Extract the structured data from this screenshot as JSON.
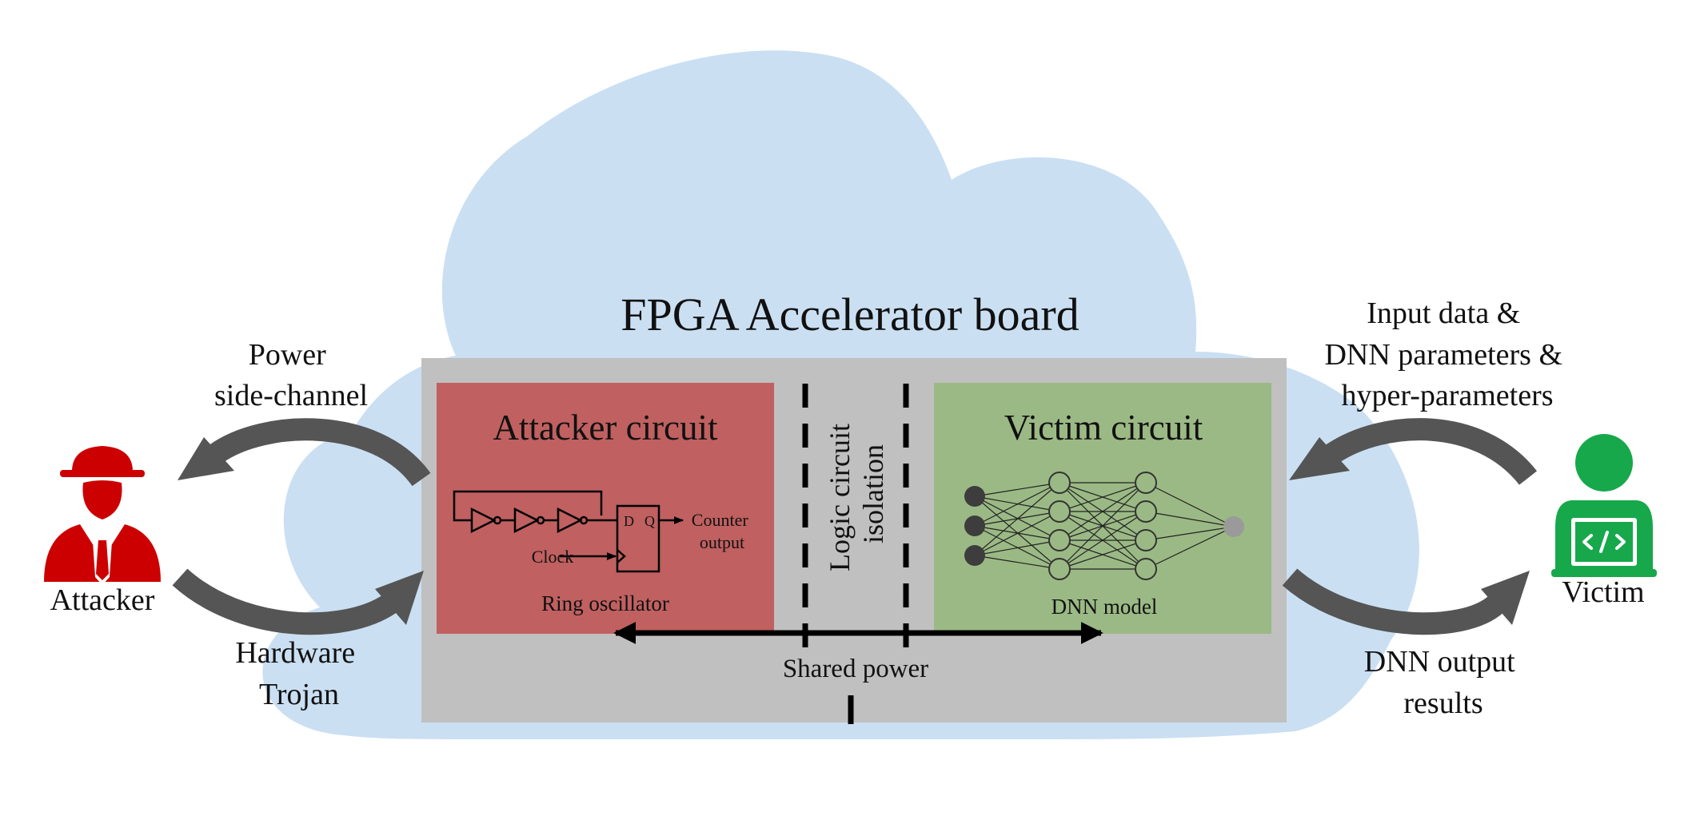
{
  "title": "FPGA Accelerator board",
  "attacker": {
    "label": "Attacker",
    "power_label_lines": [
      "Power",
      "side-channel"
    ],
    "trojan_label_lines": [
      "Hardware",
      "Trojan"
    ]
  },
  "victim": {
    "label": "Victim",
    "input_label_lines": [
      "Input data &",
      "DNN parameters &",
      "hyper-parameters"
    ],
    "output_label_lines": [
      "DNN output",
      "results"
    ]
  },
  "attacker_circuit": {
    "title": "Attacker circuit",
    "subtitle": "Ring oscillator",
    "clock_label": "Clock",
    "counter_label_lines": [
      "Counter",
      "output"
    ],
    "d_label": "D",
    "q_label": "Q"
  },
  "isolation": {
    "label_lines": [
      "Logic circuit",
      "isolation"
    ]
  },
  "victim_circuit": {
    "title": "Victim circuit",
    "subtitle": "DNN model"
  },
  "shared_power": "Shared power",
  "colors": {
    "cloud": "#cadff2",
    "board": "#c0c0c0",
    "attacker_circuit": "#c06060",
    "victim_circuit": "#9bb985",
    "arrow": "#555555",
    "attacker_icon": "#cc0000",
    "victim_icon": "#17a84b",
    "nn_input_node": "#3d3d3d",
    "nn_output_node": "#9a9a9a"
  },
  "icons": {
    "attacker": "spy-hacker-icon",
    "victim": "developer-laptop-icon"
  }
}
